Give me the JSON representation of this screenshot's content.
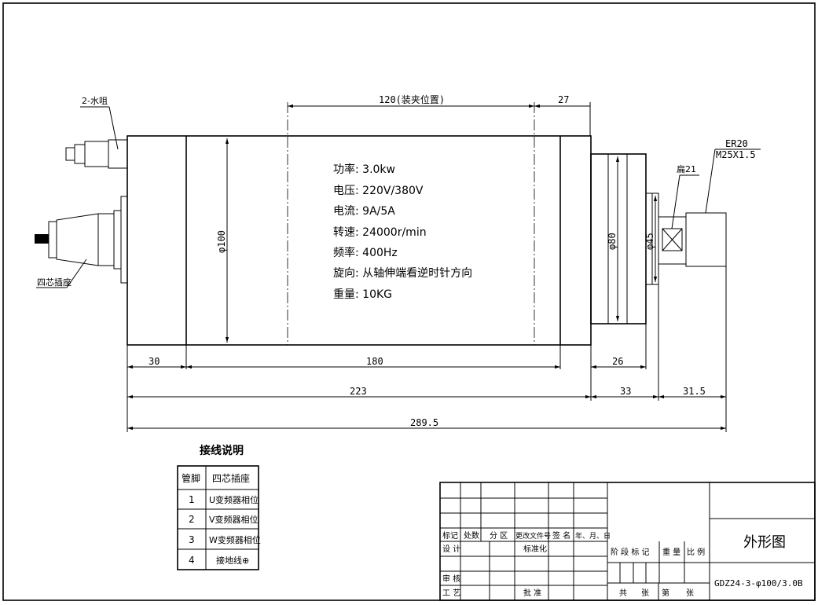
{
  "dimensions": {
    "d120": "120(装夹位置)",
    "d27": "27",
    "d30": "30",
    "d180": "180",
    "d26": "26",
    "d223": "223",
    "d33": "33",
    "d31_5": "31.5",
    "d289_5": "289.5",
    "phi100": "φ100",
    "phi80": "φ80",
    "phi45": "φ45"
  },
  "callouts": {
    "water_nozzle": "2-水咀",
    "connector": "四芯插座",
    "collet_er": "ER20",
    "collet_thread": "M25X1.5",
    "flat": "扁21"
  },
  "specs": [
    "功率: 3.0kw",
    "电压: 220V/380V",
    "电流: 9A/5A",
    "转速: 24000r/min",
    "频率: 400Hz",
    "旋向: 从轴伸端看逆时针方向",
    "重量: 10KG"
  ],
  "wiring": {
    "title": "接线说明",
    "headers": [
      "管脚",
      "四芯插座"
    ],
    "rows": [
      [
        "1",
        "U变频器相位"
      ],
      [
        "2",
        "V变频器相位"
      ],
      [
        "3",
        "W变频器相位"
      ],
      [
        "4",
        "接地线⊕"
      ]
    ]
  },
  "title_block": {
    "row_labels": [
      "标记",
      "处数",
      "分 区",
      "更改文件号",
      "签 名",
      "年、月、日"
    ],
    "design": "设 计",
    "standardize": "标准化",
    "review": "审 核",
    "process": "工 艺",
    "approve": "批 准",
    "stage_mark": "阶 段 标 记",
    "weight": "重 量",
    "scale": "比 例",
    "total": "共",
    "sheet": "张",
    "page": "第",
    "sheet2": "张",
    "drawing_name": "外形图",
    "drawing_number": "GDZ24-3-φ100/3.0B"
  }
}
